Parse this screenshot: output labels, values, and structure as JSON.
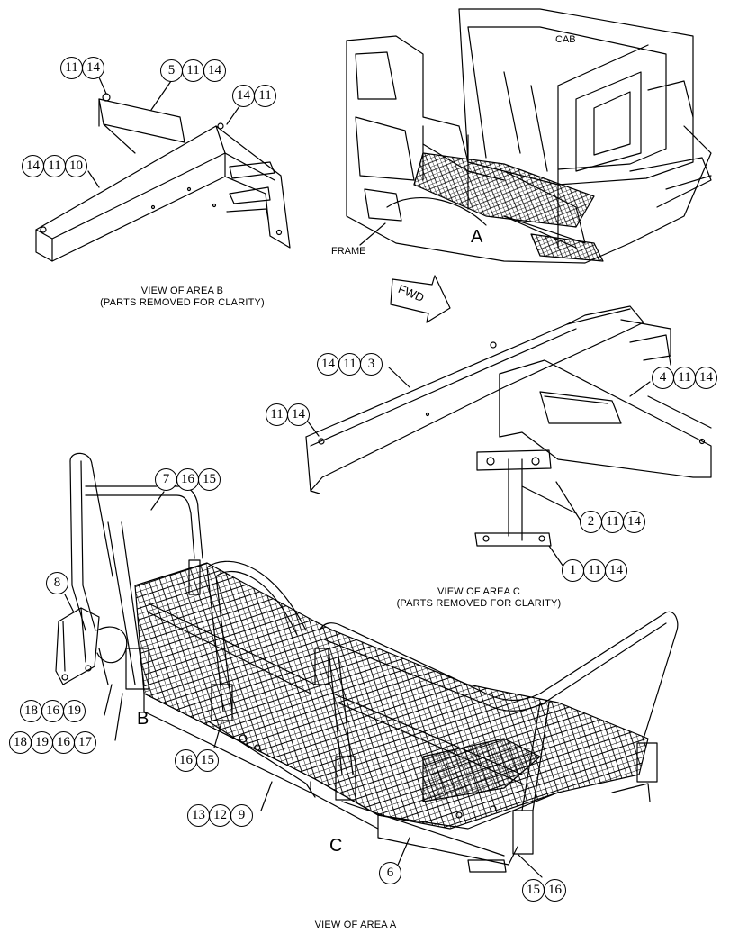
{
  "labels": {
    "cab": "CAB",
    "frame": "FRAME",
    "area_a_letter": "A",
    "area_b_letter": "B",
    "area_c_letter": "C",
    "fwd": "FWD"
  },
  "captions": {
    "view_b_line1": "VIEW OF AREA B",
    "view_b_line2": "(PARTS REMOVED FOR CLARITY)",
    "view_c_line1": "VIEW OF AREA C",
    "view_c_line2": "(PARTS REMOVED FOR CLARITY)",
    "view_a": "VIEW OF AREA A"
  },
  "callouts": {
    "b_top_left": [
      "11",
      "14"
    ],
    "b_top_mid": [
      "5",
      "11",
      "14"
    ],
    "b_top_right": [
      "14",
      "11"
    ],
    "b_left": [
      "14",
      "11",
      "10"
    ],
    "c_upper": [
      "14",
      "11",
      "3"
    ],
    "c_right": [
      "4",
      "11",
      "14"
    ],
    "c_left": [
      "11",
      "14"
    ],
    "c_mid": [
      "2",
      "11",
      "14"
    ],
    "c_bottom": [
      "1",
      "11",
      "14"
    ],
    "a_rail": [
      "7",
      "16",
      "15"
    ],
    "a_item8": [
      "8"
    ],
    "a_18_16_19": [
      "18",
      "16",
      "19"
    ],
    "a_18_19_16_17": [
      "18",
      "19",
      "16",
      "17"
    ],
    "a_16_15": [
      "16",
      "15"
    ],
    "a_13_12_9": [
      "13",
      "12",
      "9"
    ],
    "a_6": [
      "6"
    ],
    "a_15_16": [
      "15",
      "16"
    ]
  }
}
